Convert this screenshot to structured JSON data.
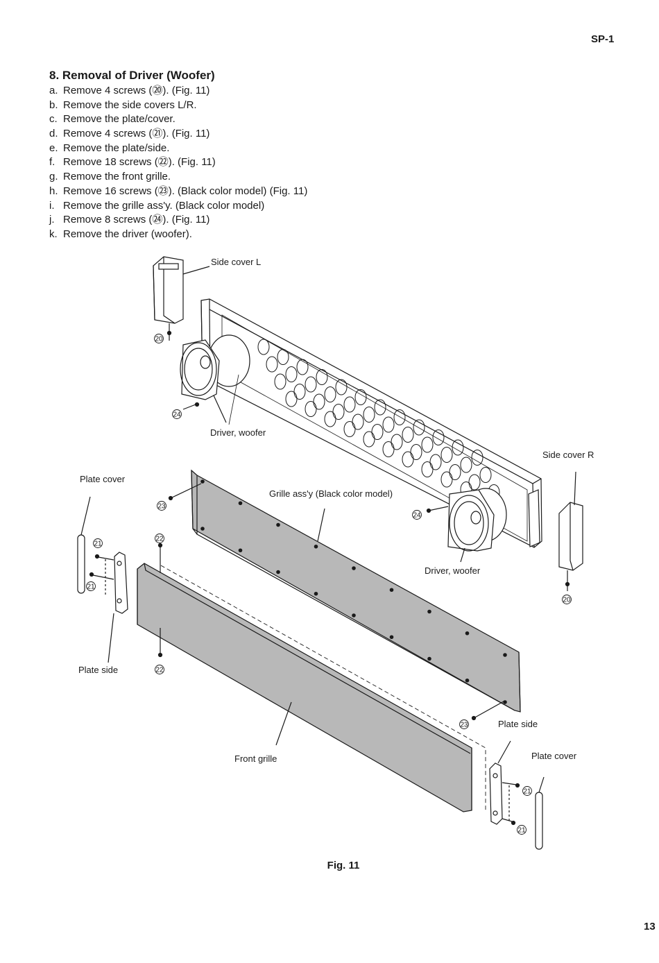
{
  "header": {
    "model": "SP-1"
  },
  "section": {
    "title": "8. Removal of Driver (Woofer)",
    "steps": [
      {
        "marker": "a.",
        "text": "Remove 4 screws (⑳). (Fig. 11)"
      },
      {
        "marker": "b.",
        "text": "Remove the side covers L/R."
      },
      {
        "marker": "c.",
        "text": "Remove the plate/cover."
      },
      {
        "marker": "d.",
        "text": "Remove 4 screws (㉑). (Fig. 11)"
      },
      {
        "marker": "e.",
        "text": "Remove the plate/side."
      },
      {
        "marker": "f.",
        "text": "Remove 18 screws (㉒). (Fig. 11)"
      },
      {
        "marker": "g.",
        "text": "Remove the front grille."
      },
      {
        "marker": "h.",
        "text": "Remove 16 screws (㉓). (Black color model) (Fig. 11)"
      },
      {
        "marker": "i.",
        "text": "Remove the grille ass'y. (Black color model)"
      },
      {
        "marker": "j.",
        "text": "Remove 8 screws (㉔). (Fig. 11)"
      },
      {
        "marker": "k.",
        "text": "Remove the driver (woofer)."
      }
    ]
  },
  "figure": {
    "caption": "Fig. 11",
    "labels": {
      "side_cover_l": "Side cover L",
      "side_cover_r": "Side cover R",
      "driver_woofer_left": "Driver, woofer",
      "driver_woofer_right": "Driver, woofer",
      "plate_cover_left": "Plate cover",
      "plate_cover_right": "Plate cover",
      "plate_side_left": "Plate side",
      "plate_side_right": "Plate side",
      "grille_assy": "Grille ass'y (Black color model)",
      "front_grille": "Front grille"
    },
    "callouts": {
      "c20_top": "20",
      "c20_right": "20",
      "c21_a": "21",
      "c21_b": "21",
      "c21_c": "21",
      "c21_d": "21",
      "c22_top": "22",
      "c22_bottom": "22",
      "c23_top": "23",
      "c23_bottom": "23",
      "c24_left": "24",
      "c24_right": "24"
    }
  },
  "footer": {
    "page_number": "13"
  }
}
